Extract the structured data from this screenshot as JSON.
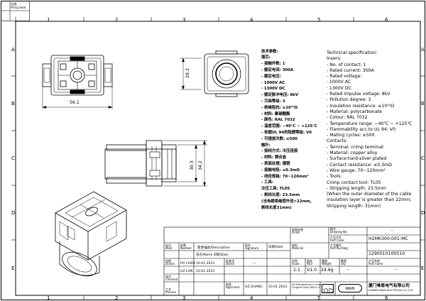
{
  "zones_top": [
    "1",
    "2",
    "3",
    "4",
    "5",
    "6"
  ],
  "zones_side": [
    "A",
    "B",
    "C",
    "D",
    "E"
  ],
  "corner_stamp": "归档\nFiling Seal",
  "dimensions": {
    "width_top": "56.1",
    "height_top": "29.3",
    "height_side_a": "30.3",
    "height_side_b": "34.2"
  },
  "tech_cn": {
    "title": "技术参数:",
    "insert_head": "插芯:",
    "lines": [
      "- 接触件数:  1",
      "- 额定电流:  300A",
      "- 额定电压:",
      "  ·  1000V    AC",
      "  ·  1300V    DC",
      "- 额定脉冲电压: 8kV",
      "- 污染等级:  3",
      "- 绝缘阻抗:  ≥10¹⁰Ω",
      "- 材料:  聚碳酸酯",
      "- 颜色:  RAL 7032",
      "- 温度范围:  −40℃ ~ +125℃",
      "- 依据UL 94的阻燃等级:  V0",
      "- 可插拔次数:  ≥500",
      "触针:",
      "- 接线方式:  冷压连接",
      "- 材料:  铜合金",
      "- 表面处理:  镀银",
      "- 接触电阻:  ≤0.3mΩ",
      "- 线径规格:  70~120mm²",
      "- 工具:",
      "    冷压工具:  TL05",
      "- 剥线长度:  23.5mm",
      "(当电缆绝缘层外径>22mm,",
      "剥线长度31mm)"
    ]
  },
  "tech_en": {
    "title": "Technical specification:",
    "lines": [
      "Insers:",
      "- No. of contact:  1",
      "- Rated current:  300A",
      "- Rated voltage:",
      "  ·  1000V    AC",
      "  ·  1300V    DC",
      "- Rated impulse voltage:  8kV",
      "- Pollution degree:  3",
      "- Insulation resistance:  ≥10¹⁰Ω",
      "- Material:  polycarbonate",
      "- Colour:  RAL 7032",
      "- Temperature range:  −40℃ ~ +125℃",
      "- Flammability acc.to UL 94:  V0",
      "- Mating cycles:  ≥500",
      "Contacts:",
      "- Terminal:  crimp terminal",
      "- Material:  copper alloy",
      "- Surface:hard-silver plated",
      "- Contact resistance:  ≤0.3mΩ",
      "- Wire gauge:  70~120mm²",
      "- Tools:",
      "     Crimp contact tool:  TL05",
      "- Stripping length:  23.5mm",
      "(When the outer diameter of the cable",
      "insulation layer is greater than 22mm;",
      "Stripping length:  31mm)"
    ]
  },
  "title_block": {
    "finish_label": "表面处理\nFinish",
    "finish_value": "—",
    "drawing_no_label": "图号\nDrawing No.",
    "drawing_no_value": "—",
    "part_code_label": "产品代号\nPart Code",
    "part_code_value": "H2MK300-001-MC",
    "part_number_label": "产品编号\nPart Number",
    "part_number_value": "1290010100510",
    "material_label": "材料\nMaterial",
    "material_value": "—",
    "part_name_label": "产品名称\nPart name",
    "part_name_value": "—",
    "rows_labels": [
      "标记\nMark",
      "处数\nNumber",
      "变更描述/Description",
      "签名\nSignature",
      "日期/Date"
    ],
    "drawn_label": "绘图\nDrawn",
    "drawn_by": "PH CHEN",
    "drawn_date": "10.01.2023",
    "checked_label": "校对\nChecked",
    "checked_by": "HZ LAN",
    "checked_date": "10.01.2023",
    "process_label": "工艺\nProcess",
    "standard_label": "标准化\nStand",
    "standard_value": "—",
    "approved_label": "批准\nApproved",
    "approved_by": "HZ ZHANG",
    "approved_date": "10.01.2023",
    "name_date_label": "签名/Name  日期/Date",
    "scale_label": "比例\nScale",
    "scale_value": "1:1",
    "rev_label": "版本\nREV.",
    "rev_value": "V1.0",
    "weight_label": "重量\nWeight",
    "weight_value": "24.6g",
    "qty_label": "数量\nQty",
    "qty_value": "—",
    "dimensions_note": "All Dimensions in mm\nOriginal Size DIN A 4",
    "company_cn": "厦门唯恩电气有限公司",
    "company_en": "XIAMEN WAIN ELECTRICAL CO.,LTD",
    "logo": "WAIN"
  }
}
